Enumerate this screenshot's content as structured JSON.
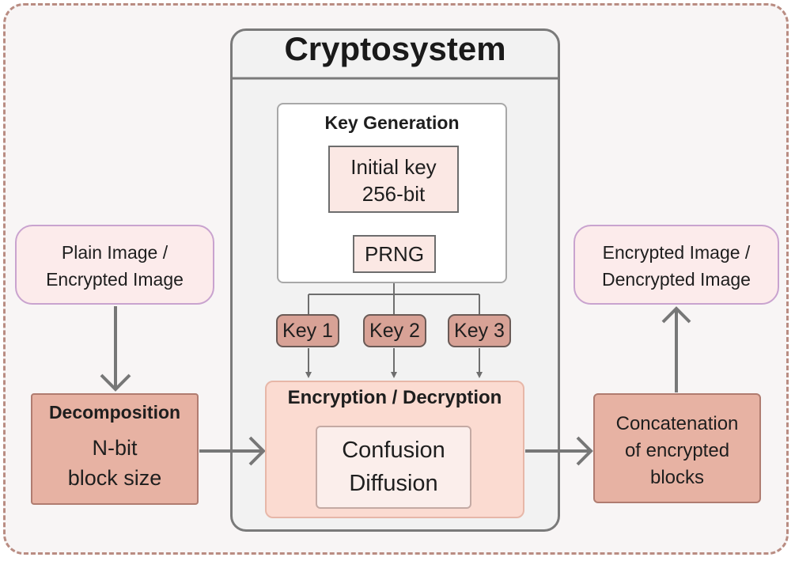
{
  "crypto": {
    "title": "Cryptosystem"
  },
  "key_generation": {
    "title": "Key Generation",
    "initial_key": [
      "Initial key",
      "256-bit"
    ],
    "prng": "PRNG"
  },
  "keys": [
    "Key 1",
    "Key 2",
    "Key 3"
  ],
  "enc_dec": {
    "title": "Encryption / Decryption",
    "inner": [
      "Confusion",
      "Diffusion"
    ]
  },
  "input": [
    "Plain Image /",
    "Encrypted Image"
  ],
  "output": [
    "Encrypted Image /",
    "Dencrypted Image"
  ],
  "decomposition": {
    "title": "Decomposition",
    "body": [
      "N-bit",
      "block size"
    ]
  },
  "concatenation": [
    "Concatenation",
    "of encrypted",
    "blocks"
  ],
  "colors": {
    "frame_border": "#b98c82",
    "dark_box": "#e7b2a3",
    "light_box": "#fbe8e4",
    "key_fill": "#d8a296",
    "enc_fill": "#fbdbd1",
    "arrow": "#777777"
  }
}
